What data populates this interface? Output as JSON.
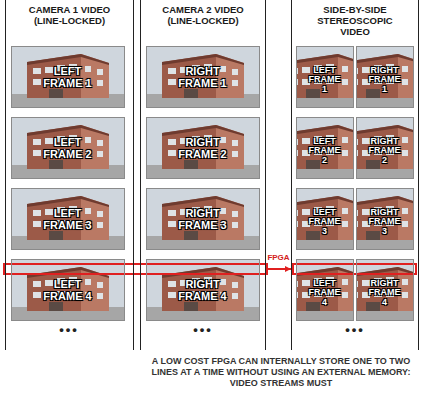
{
  "diagram": {
    "caption": "A LOW COST FPGA CAN INTERNALLY STORE ONE TO TWO LINES AT A TIME WITHOUT USING AN EXTERNAL MEMORY: VIDEO STREAMS MUST",
    "nodes": [
      {
        "text": [
          "CAMERA 1 VIDEO (LINE-LOCKED)"
        ]
      },
      {
        "text": [
          "LEFT FRAME 1"
        ],
        "in": 0
      },
      {
        "text": [
          "LEFT FRAME 2"
        ],
        "in": 0
      },
      {
        "text": [
          "LEFT FRAME 3"
        ],
        "in": 0
      },
      {
        "text": [
          "LEFT FRAME 4"
        ],
        "in": 0
      },
      {
        "text": [
          "CAMERA 2 VIDEO (LINE-LOCKED)"
        ]
      },
      {
        "text": [
          "RIGHT FRAME 1"
        ],
        "in": 5
      },
      {
        "text": [
          "RIGHT FRAME 2"
        ],
        "in": 5
      },
      {
        "text": [
          "RIGHT FRAME 3"
        ],
        "in": 5
      },
      {
        "text": [
          "RIGHT FRAME 4"
        ],
        "in": 5
      },
      {
        "text": [
          "SIDE-BY-SIDE STEREOSCOPIC VIDEO"
        ]
      },
      {
        "text": [
          "LEFT FRAME 1"
        ],
        "in": 10
      },
      {
        "text": [
          "RIGHT FRAME 1"
        ],
        "in": 10
      },
      {
        "text": [
          "LEFT FRAME 2"
        ],
        "in": 10
      },
      {
        "text": [
          "RIGHT FRAME 2"
        ],
        "in": 10
      },
      {
        "text": [
          "LEFT FRAME 3"
        ],
        "in": 10
      },
      {
        "text": [
          "RIGHT FRAME 3"
        ],
        "in": 10
      },
      {
        "text": [
          "LEFT FRAME 4"
        ],
        "in": 10
      },
      {
        "text": [
          "RIGHT FRAME 4"
        ],
        "in": 10
      }
    ],
    "edges": [
      {
        "from": 5,
        "to": 10,
        "label": "FPGA",
        "arrow": "to"
      }
    ],
    "labels": [
      "•••",
      "•••",
      "•••"
    ]
  }
}
